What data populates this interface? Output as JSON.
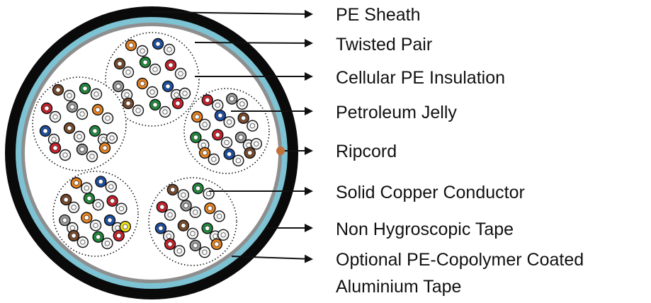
{
  "labels": [
    "PE Sheath",
    "Twisted Pair",
    "Cellular PE Insulation",
    "Petroleum Jelly",
    "Ripcord",
    "Solid Copper Conductor",
    "Non Hygroscopic Tape",
    "Optional PE-Copolymer Coated",
    "Aluminium Tape"
  ],
  "colors": {
    "sheath": "#0a0a0a",
    "coated_tape": "#7dc3d3",
    "hygroscopic_tape": "#8e8e8e",
    "ripcord": "#c0703a",
    "pair_orange": "#e8821e",
    "pair_blue": "#1b4fa6",
    "pair_brown": "#7a4a2a",
    "pair_green": "#1f8a3a",
    "pair_red": "#cc1f2a",
    "pair_grey": "#9a9a9a",
    "pair_white": "#f4f4f4",
    "pair_yellow": "#f2e21a"
  }
}
